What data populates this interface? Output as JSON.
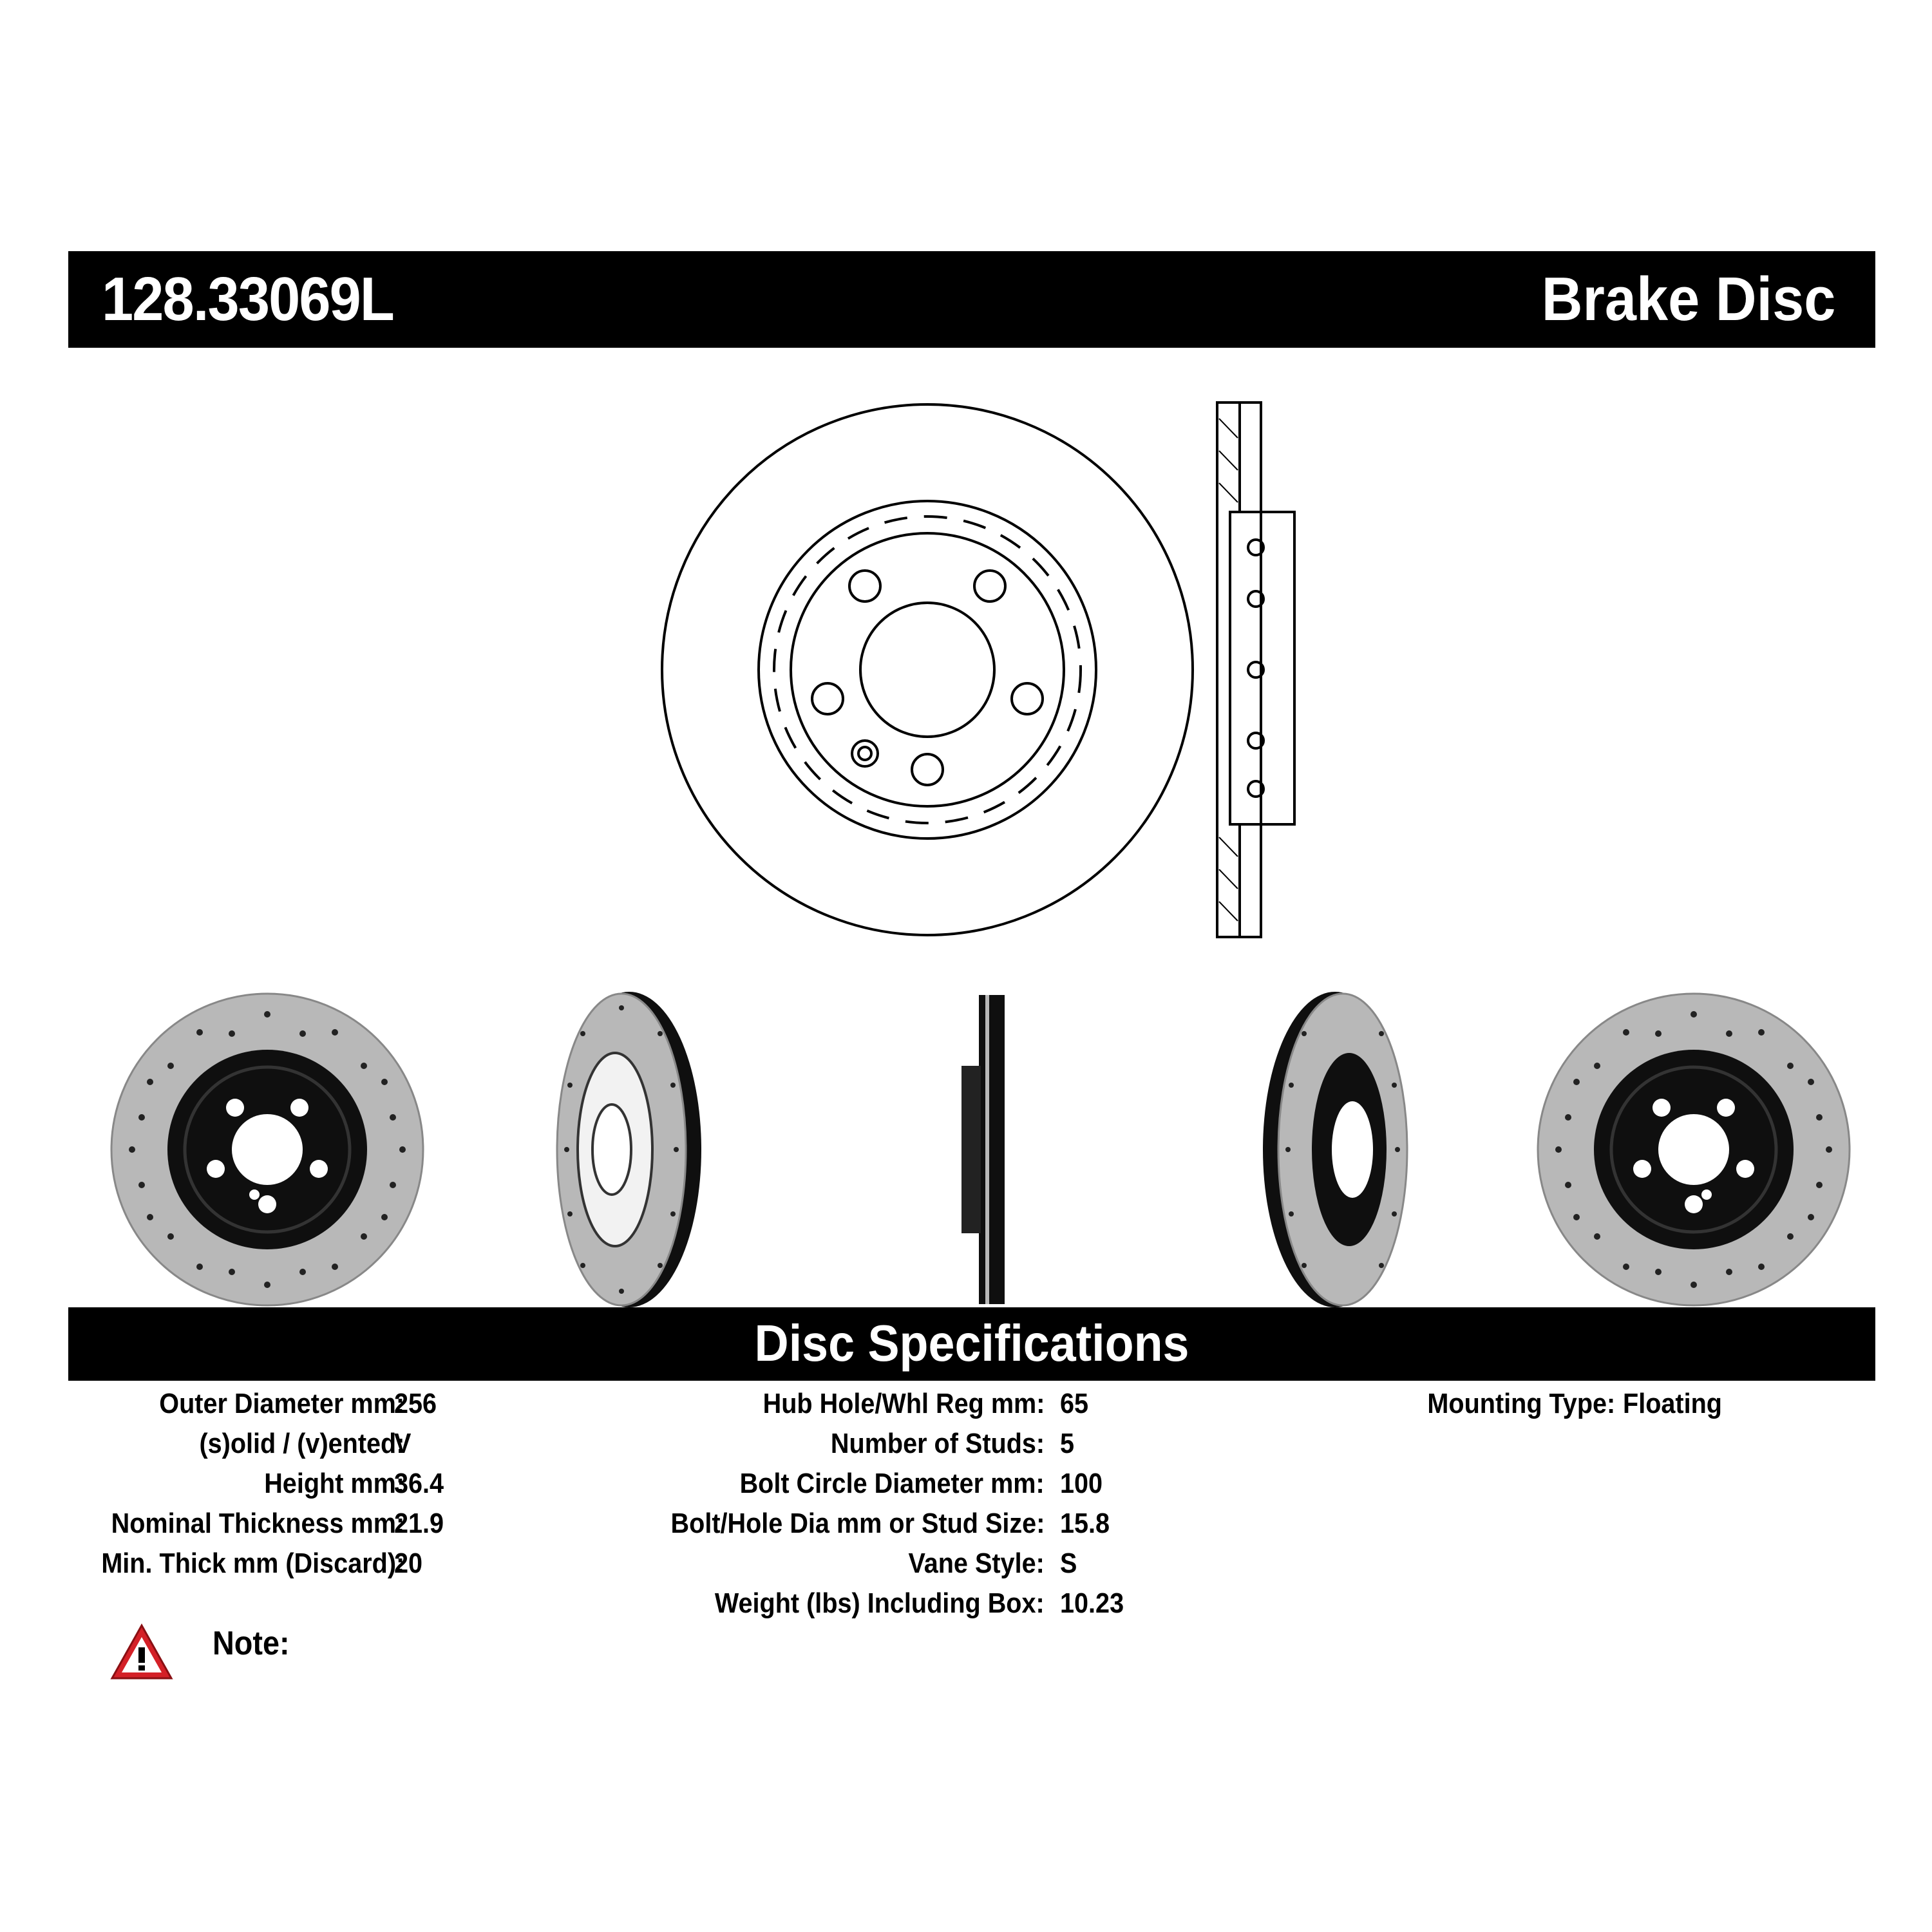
{
  "header": {
    "part_number": "128.33069L",
    "title": "Brake Disc"
  },
  "specs_title": "Disc Specifications",
  "specs": {
    "col1": [
      {
        "label": "Outer Diameter mm:",
        "value": "256"
      },
      {
        "label": "(s)olid / (v)ented:",
        "value": "V"
      },
      {
        "label": "Height mm:",
        "value": "36.4"
      },
      {
        "label": "Nominal Thickness mm:",
        "value": "21.9"
      },
      {
        "label": "Min. Thick mm (Discard):",
        "value": "20"
      }
    ],
    "col2": [
      {
        "label": "Hub Hole/Whl Reg mm:",
        "value": "65"
      },
      {
        "label": "Number of Studs:",
        "value": "5"
      },
      {
        "label": "Bolt Circle Diameter mm:",
        "value": "100"
      },
      {
        "label": "Bolt/Hole Dia mm or Stud Size:",
        "value": "15.8"
      },
      {
        "label": "Vane Style:",
        "value": "S"
      },
      {
        "label": "Weight (lbs) Including Box:",
        "value": "10.23"
      }
    ],
    "col3": [
      {
        "label": "Mounting Type:",
        "value": "Floating"
      }
    ]
  },
  "note": {
    "label": "Note:",
    "icon": "warning-triangle-icon"
  },
  "colors": {
    "bar": "#000000",
    "warning_red": "#d42027",
    "coating": "#111111",
    "metal": "#b8b8b8"
  }
}
